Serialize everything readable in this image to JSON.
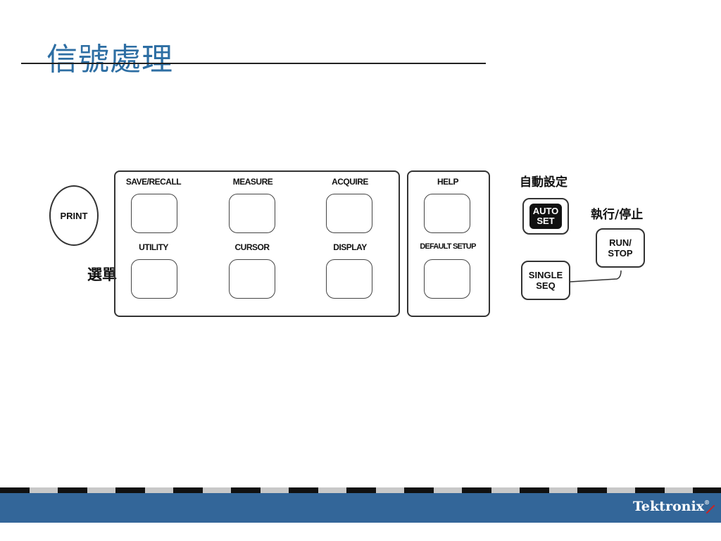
{
  "slide": {
    "title": "信號處理",
    "menu_label": "選單",
    "auto_label": "自動設定",
    "run_label": "執行/停止"
  },
  "buttons": {
    "print": "PRINT",
    "save_recall": "SAVE/RECALL",
    "measure": "MEASURE",
    "acquire": "ACQUIRE",
    "utility": "UTILITY",
    "cursor": "CURSOR",
    "display": "DISPLAY",
    "help": "HELP",
    "default_setup": "DEFAULT SETUP",
    "autoset_line1": "AUTO",
    "autoset_line2": "SET",
    "run_stop_line1": "RUN/",
    "run_stop_line2": "STOP",
    "single_line1": "SINGLE",
    "single_line2": "SEQ"
  },
  "footer": {
    "brand": "Tektronix",
    "brand_mark": "®"
  },
  "colors": {
    "title": "#2d6ea3",
    "footer": "#336699",
    "stripe_light": "#c8c8c8",
    "stripe_dark": "#111111"
  }
}
